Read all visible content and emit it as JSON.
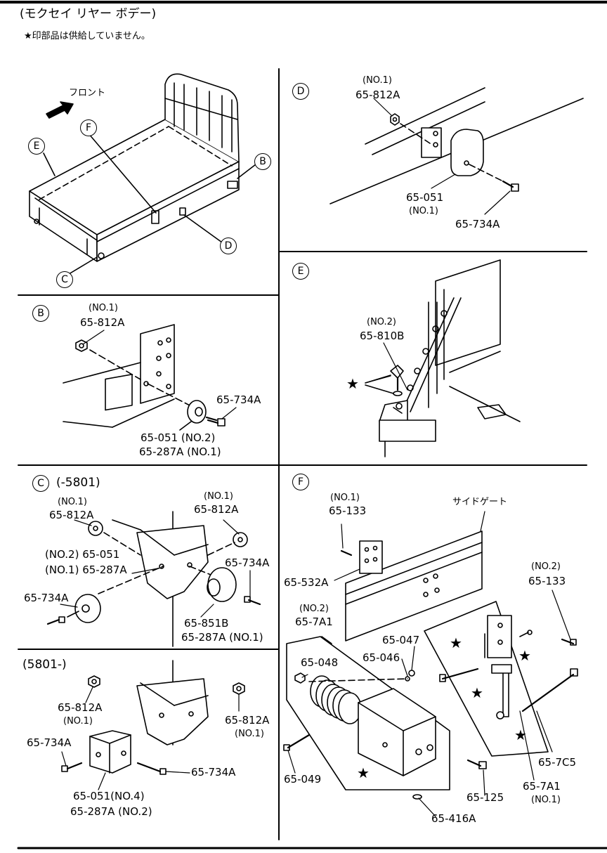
{
  "header": {
    "title": "(モクセイ リヤー ボデー)",
    "note": "★印部品は供給していません。"
  },
  "overview": {
    "front_label": "フロント",
    "callouts": [
      "E",
      "F",
      "B",
      "D",
      "C"
    ]
  },
  "section_b": {
    "id": "B",
    "labels": [
      "(NO.1)",
      "65-812A",
      "65-734A",
      "65-051 (NO.2)",
      "65-287A (NO.1)"
    ]
  },
  "section_c": {
    "id": "C",
    "range": "(-5801)",
    "labels": [
      "(NO.1)",
      "65-812A",
      "(NO.1)",
      "65-812A",
      "(NO.2) 65-051",
      "(NO.1) 65-287A",
      "65-734A",
      "65-734A",
      "65-851B",
      "65-287A (NO.1)"
    ]
  },
  "section_c2": {
    "range": "(5801-)",
    "labels": [
      "65-812A",
      "(NO.1)",
      "65-812A",
      "(NO.1)",
      "65-734A",
      "65-734A",
      "65-051(NO.4)",
      "65-287A (NO.2)"
    ]
  },
  "section_d": {
    "id": "D",
    "labels": [
      "(NO.1)",
      "65-812A",
      "65-051",
      "(NO.1)",
      "65-734A"
    ]
  },
  "section_e": {
    "id": "E",
    "labels": [
      "(NO.2)",
      "65-810B"
    ]
  },
  "section_f": {
    "id": "F",
    "side_gate": "サイドゲート",
    "labels": [
      "(NO.1)",
      "65-133",
      "65-532A",
      "(NO.2)",
      "65-7A1",
      "65-047",
      "65-046",
      "65-048",
      "(NO.2)",
      "65-133",
      "65-049",
      "65-125",
      "65-416A",
      "65-7C5",
      "65-7A1",
      "(NO.1)"
    ]
  },
  "star_glyph": "★",
  "colors": {
    "ink": "#000000",
    "paper": "#ffffff"
  }
}
